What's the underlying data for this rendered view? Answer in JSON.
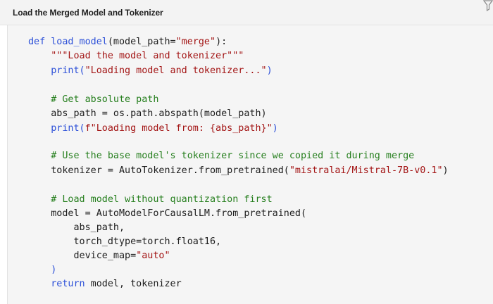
{
  "header": {
    "title": "Load the Merged Model and Tokenizer"
  },
  "code": {
    "lines": [
      [
        {
          "t": "def",
          "c": "kw"
        },
        {
          "t": " "
        },
        {
          "t": "load_model",
          "c": "fn"
        },
        {
          "t": "(model_path="
        },
        {
          "t": "\"merge\"",
          "c": "str"
        },
        {
          "t": "):"
        }
      ],
      [
        {
          "t": "    "
        },
        {
          "t": "\"\"\"Load the model and tokenizer\"\"\"",
          "c": "str"
        }
      ],
      [
        {
          "t": "    "
        },
        {
          "t": "print(",
          "c": "fn"
        },
        {
          "t": "\"Loading model and tokenizer...\"",
          "c": "str"
        },
        {
          "t": ")",
          "c": "fn"
        }
      ],
      [],
      [
        {
          "t": "    "
        },
        {
          "t": "# Get absolute path",
          "c": "com"
        }
      ],
      [
        {
          "t": "    "
        },
        {
          "t": "abs_path = os.path.abspath(model_path)"
        }
      ],
      [
        {
          "t": "    "
        },
        {
          "t": "print(",
          "c": "fn"
        },
        {
          "t": "f\"Loading model from: {abs_path}\"",
          "c": "str"
        },
        {
          "t": ")",
          "c": "fn"
        }
      ],
      [],
      [
        {
          "t": "    "
        },
        {
          "t": "# Use the base model's tokenizer since we copied it during merge",
          "c": "com"
        }
      ],
      [
        {
          "t": "    "
        },
        {
          "t": "tokenizer = AutoTokenizer.from_pretrained("
        },
        {
          "t": "\"mistralai/Mistral-7B-v0.1\"",
          "c": "str"
        },
        {
          "t": ")"
        }
      ],
      [],
      [
        {
          "t": "    "
        },
        {
          "t": "# Load model without quantization first",
          "c": "com"
        }
      ],
      [
        {
          "t": "    "
        },
        {
          "t": "model = AutoModelForCausalLM.from_pretrained("
        }
      ],
      [
        {
          "t": "        "
        },
        {
          "t": "abs_path,"
        }
      ],
      [
        {
          "t": "        "
        },
        {
          "t": "torch_dtype=torch.float16,"
        }
      ],
      [
        {
          "t": "        "
        },
        {
          "t": "device_map="
        },
        {
          "t": "\"auto\"",
          "c": "str"
        }
      ],
      [
        {
          "t": "    "
        },
        {
          "t": ")",
          "c": "fn"
        }
      ],
      [
        {
          "t": "    "
        },
        {
          "t": "return",
          "c": "kw"
        },
        {
          "t": " model, tokenizer"
        }
      ]
    ]
  },
  "colors": {
    "header_bg": "#f3f3f3",
    "code_bg": "#f5f5f5",
    "keyword": "#2b4fd8",
    "string": "#a31515",
    "comment": "#267f1e"
  },
  "icons": {
    "corner": "filter-icon"
  }
}
